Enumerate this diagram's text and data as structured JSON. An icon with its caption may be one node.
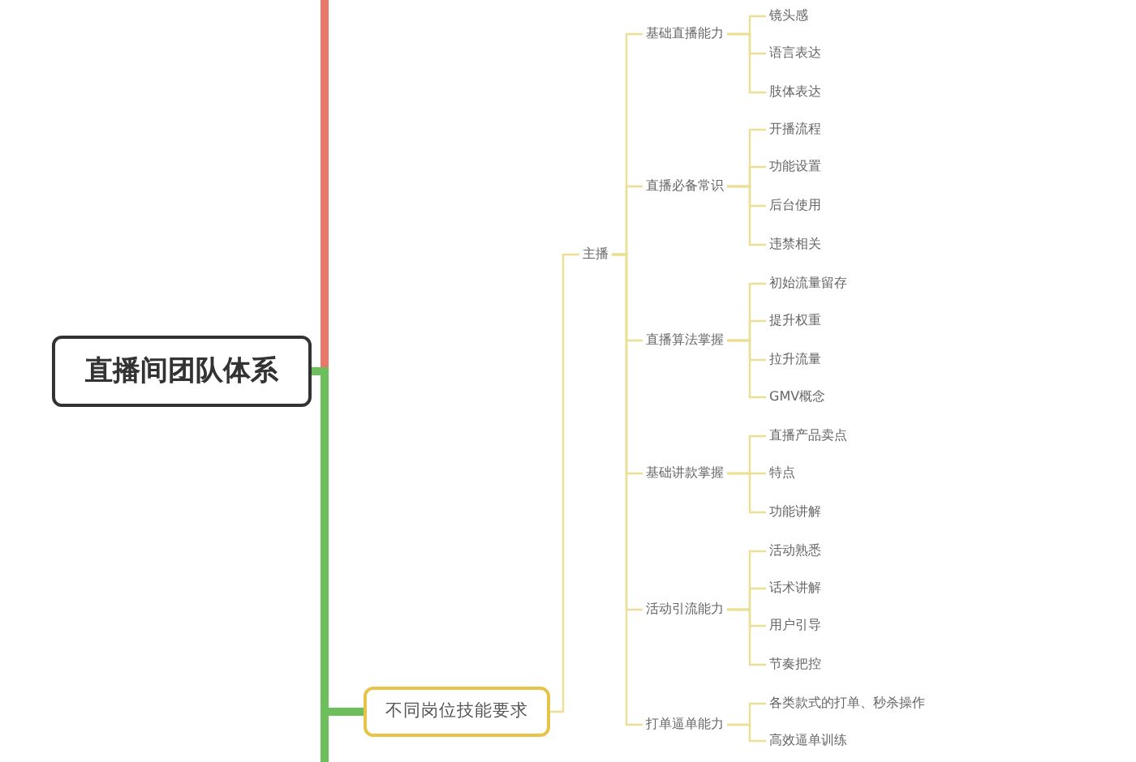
{
  "diagram": {
    "nodes": [
      {
        "text": [
          "直播间团队体系"
        ]
      },
      {
        "text": [
          "不同岗位技能要求"
        ]
      },
      {
        "text": [
          "主播"
        ]
      },
      {
        "text": [
          "基础直播能力"
        ]
      },
      {
        "text": [
          "镜头感"
        ]
      },
      {
        "text": [
          "语言表达"
        ]
      },
      {
        "text": [
          "肢体表达"
        ]
      },
      {
        "text": [
          "直播必备常识"
        ]
      },
      {
        "text": [
          "开播流程"
        ]
      },
      {
        "text": [
          "功能设置"
        ]
      },
      {
        "text": [
          "后台使用"
        ]
      },
      {
        "text": [
          "违禁相关"
        ]
      },
      {
        "text": [
          "直播算法掌握"
        ]
      },
      {
        "text": [
          "初始流量留存"
        ]
      },
      {
        "text": [
          "提升权重"
        ]
      },
      {
        "text": [
          "拉升流量"
        ]
      },
      {
        "text": [
          "GMV概念"
        ]
      },
      {
        "text": [
          "基础讲款掌握"
        ]
      },
      {
        "text": [
          "直播产品卖点"
        ]
      },
      {
        "text": [
          "特点"
        ]
      },
      {
        "text": [
          "功能讲解"
        ]
      },
      {
        "text": [
          "活动引流能力"
        ]
      },
      {
        "text": [
          "活动熟悉"
        ]
      },
      {
        "text": [
          "话术讲解"
        ]
      },
      {
        "text": [
          "用户引导"
        ]
      },
      {
        "text": [
          "节奏把控"
        ]
      },
      {
        "text": [
          "打单逼单能力"
        ]
      },
      {
        "text": [
          "各类款式的打单、秒杀操作"
        ]
      },
      {
        "text": [
          "高效逼单训练"
        ]
      }
    ],
    "edges": [
      {
        "from": 0,
        "to": null,
        "arrow": "none",
        "style": "thick",
        "color": "#e8786a"
      },
      {
        "from": 0,
        "to": 1,
        "arrow": "none",
        "style": "thick",
        "color": "#6cbf5a"
      },
      {
        "from": 0,
        "to": null,
        "arrow": "none",
        "style": "thick",
        "color": "#6cbf5a"
      },
      {
        "from": 1,
        "to": 2,
        "arrow": "none"
      },
      {
        "from": 2,
        "to": 3,
        "arrow": "none"
      },
      {
        "from": 3,
        "to": 4,
        "arrow": "none"
      },
      {
        "from": 3,
        "to": 5,
        "arrow": "none"
      },
      {
        "from": 3,
        "to": 6,
        "arrow": "none"
      },
      {
        "from": 2,
        "to": 7,
        "arrow": "none"
      },
      {
        "from": 7,
        "to": 8,
        "arrow": "none"
      },
      {
        "from": 7,
        "to": 9,
        "arrow": "none"
      },
      {
        "from": 7,
        "to": 10,
        "arrow": "none"
      },
      {
        "from": 7,
        "to": 11,
        "arrow": "none"
      },
      {
        "from": 2,
        "to": 12,
        "arrow": "none"
      },
      {
        "from": 12,
        "to": 13,
        "arrow": "none"
      },
      {
        "from": 12,
        "to": 14,
        "arrow": "none"
      },
      {
        "from": 12,
        "to": 15,
        "arrow": "none"
      },
      {
        "from": 12,
        "to": 16,
        "arrow": "none"
      },
      {
        "from": 2,
        "to": 17,
        "arrow": "none"
      },
      {
        "from": 17,
        "to": 18,
        "arrow": "none"
      },
      {
        "from": 17,
        "to": 19,
        "arrow": "none"
      },
      {
        "from": 17,
        "to": 20,
        "arrow": "none"
      },
      {
        "from": 2,
        "to": 21,
        "arrow": "none"
      },
      {
        "from": 21,
        "to": 22,
        "arrow": "none"
      },
      {
        "from": 21,
        "to": 23,
        "arrow": "none"
      },
      {
        "from": 21,
        "to": 24,
        "arrow": "none"
      },
      {
        "from": 21,
        "to": 25,
        "arrow": "none"
      },
      {
        "from": 2,
        "to": 26,
        "arrow": "none"
      },
      {
        "from": 26,
        "to": 27,
        "arrow": "none"
      },
      {
        "from": 26,
        "to": 28,
        "arrow": "none"
      }
    ]
  }
}
